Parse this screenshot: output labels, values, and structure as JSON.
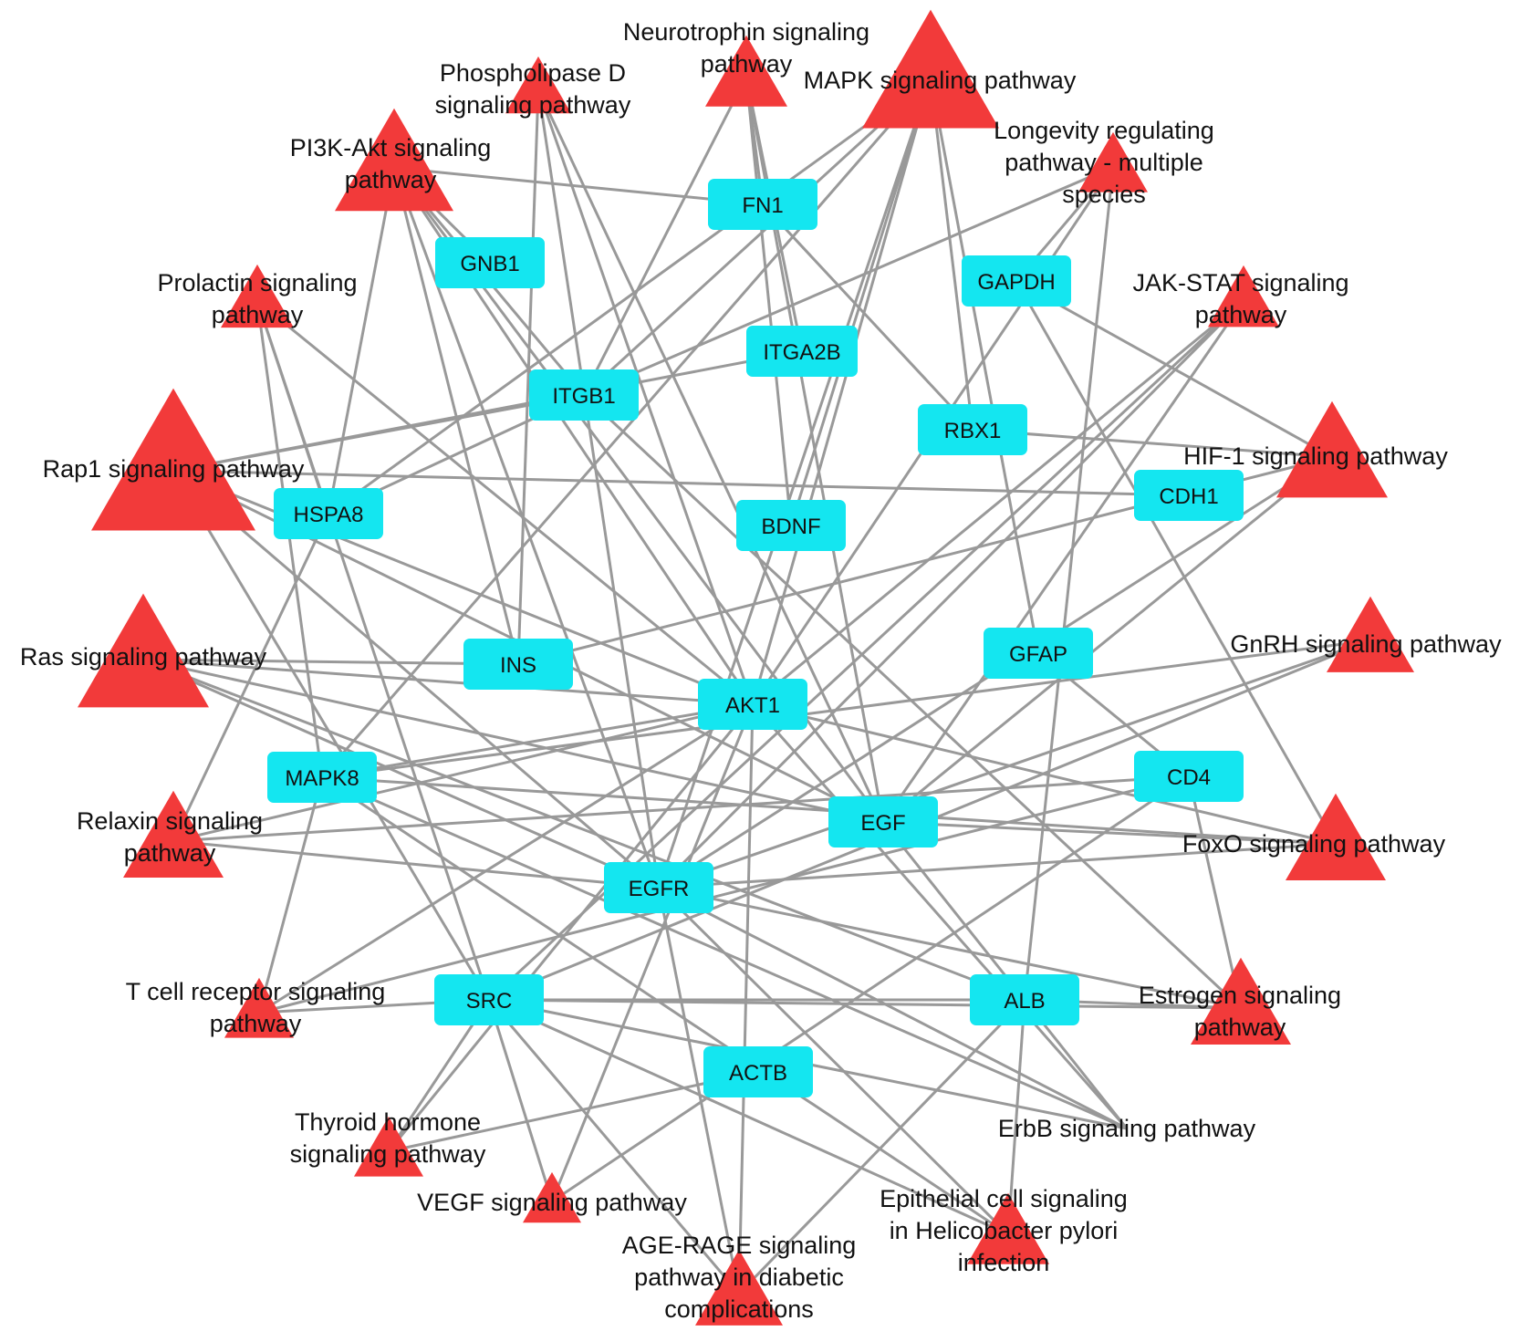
{
  "colors": {
    "gene_fill": "#14e6f0",
    "pathway_fill": "#f23a3a",
    "edge": "#999999",
    "background": "#ffffff"
  },
  "genes": [
    {
      "id": "FN1",
      "label": "FN1"
    },
    {
      "id": "GNB1",
      "label": "GNB1"
    },
    {
      "id": "GAPDH",
      "label": "GAPDH"
    },
    {
      "id": "ITGA2B",
      "label": "ITGA2B"
    },
    {
      "id": "ITGB1",
      "label": "ITGB1"
    },
    {
      "id": "RBX1",
      "label": "RBX1"
    },
    {
      "id": "CDH1",
      "label": "CDH1"
    },
    {
      "id": "HSPA8",
      "label": "HSPA8"
    },
    {
      "id": "BDNF",
      "label": "BDNF"
    },
    {
      "id": "GFAP",
      "label": "GFAP"
    },
    {
      "id": "INS",
      "label": "INS"
    },
    {
      "id": "AKT1",
      "label": "AKT1"
    },
    {
      "id": "MAPK8",
      "label": "MAPK8"
    },
    {
      "id": "CD4",
      "label": "CD4"
    },
    {
      "id": "EGF",
      "label": "EGF"
    },
    {
      "id": "EGFR",
      "label": "EGFR"
    },
    {
      "id": "SRC",
      "label": "SRC"
    },
    {
      "id": "ALB",
      "label": "ALB"
    },
    {
      "id": "ACTB",
      "label": "ACTB"
    }
  ],
  "pathways": [
    {
      "id": "neurotrophin",
      "lines": [
        "Neurotrophin signaling",
        "pathway"
      ]
    },
    {
      "id": "mapk",
      "lines": [
        "MAPK signaling pathway"
      ]
    },
    {
      "id": "pld",
      "lines": [
        "Phospholipase D",
        "signaling pathway"
      ]
    },
    {
      "id": "longevity",
      "lines": [
        "Longevity regulating",
        "pathway - multiple",
        "species"
      ]
    },
    {
      "id": "pi3k",
      "lines": [
        "PI3K-Akt signaling",
        "pathway"
      ]
    },
    {
      "id": "prolactin",
      "lines": [
        "Prolactin signaling",
        "pathway"
      ]
    },
    {
      "id": "jakstat",
      "lines": [
        "JAK-STAT signaling",
        "pathway"
      ]
    },
    {
      "id": "hif1",
      "lines": [
        "HIF-1 signaling pathway"
      ]
    },
    {
      "id": "rap1",
      "lines": [
        "Rap1 signaling pathway"
      ]
    },
    {
      "id": "gnrh",
      "lines": [
        "GnRH signaling pathway"
      ]
    },
    {
      "id": "ras",
      "lines": [
        "Ras signaling pathway"
      ]
    },
    {
      "id": "foxo",
      "lines": [
        "FoxO signaling pathway"
      ]
    },
    {
      "id": "relaxin",
      "lines": [
        "Relaxin signaling",
        "pathway"
      ]
    },
    {
      "id": "tcell",
      "lines": [
        "T cell receptor signaling",
        "pathway"
      ]
    },
    {
      "id": "estrogen",
      "lines": [
        "Estrogen signaling",
        "pathway"
      ]
    },
    {
      "id": "erbb",
      "lines": [
        "ErbB signaling pathway"
      ]
    },
    {
      "id": "thyroid",
      "lines": [
        "Thyroid hormone",
        "signaling pathway"
      ]
    },
    {
      "id": "vegf",
      "lines": [
        "VEGF signaling pathway"
      ]
    },
    {
      "id": "epithelial",
      "lines": [
        "Epithelial cell signaling",
        "in Helicobacter pylori",
        "infection"
      ]
    },
    {
      "id": "agerage",
      "lines": [
        "AGE-RAGE signaling",
        "pathway in diabetic",
        "complications"
      ]
    }
  ],
  "edges": [
    [
      "neurotrophin",
      "FN1"
    ],
    [
      "neurotrophin",
      "BDNF"
    ],
    [
      "neurotrophin",
      "ITGA2B"
    ],
    [
      "neurotrophin",
      "ITGB1"
    ],
    [
      "neurotrophin",
      "EGF"
    ],
    [
      "mapk",
      "ITGB1"
    ],
    [
      "mapk",
      "BDNF"
    ],
    [
      "mapk",
      "GFAP"
    ],
    [
      "mapk",
      "EGFR"
    ],
    [
      "mapk",
      "MAPK8"
    ],
    [
      "mapk",
      "HSPA8"
    ],
    [
      "mapk",
      "RBX1"
    ],
    [
      "mapk",
      "AKT1"
    ],
    [
      "pld",
      "AKT1"
    ],
    [
      "pld",
      "EGFR"
    ],
    [
      "pld",
      "EGF"
    ],
    [
      "pld",
      "INS"
    ],
    [
      "longevity",
      "AKT1"
    ],
    [
      "longevity",
      "GAPDH"
    ],
    [
      "longevity",
      "ITGB1"
    ],
    [
      "longevity",
      "ALB"
    ],
    [
      "pi3k",
      "FN1"
    ],
    [
      "pi3k",
      "ITGB1"
    ],
    [
      "pi3k",
      "AKT1"
    ],
    [
      "pi3k",
      "EGF"
    ],
    [
      "pi3k",
      "EGFR"
    ],
    [
      "pi3k",
      "HSPA8"
    ],
    [
      "pi3k",
      "GNB1"
    ],
    [
      "pi3k",
      "INS"
    ],
    [
      "prolactin",
      "MAPK8"
    ],
    [
      "prolactin",
      "AKT1"
    ],
    [
      "prolactin",
      "HSPA8"
    ],
    [
      "prolactin",
      "SRC"
    ],
    [
      "jakstat",
      "AKT1"
    ],
    [
      "jakstat",
      "EGF"
    ],
    [
      "jakstat",
      "EGFR"
    ],
    [
      "jakstat",
      "SRC"
    ],
    [
      "hif1",
      "RBX1"
    ],
    [
      "hif1",
      "GAPDH"
    ],
    [
      "hif1",
      "EGF"
    ],
    [
      "hif1",
      "EGFR"
    ],
    [
      "hif1",
      "INS"
    ],
    [
      "rap1",
      "ITGB1"
    ],
    [
      "rap1",
      "EGF"
    ],
    [
      "rap1",
      "EGFR"
    ],
    [
      "rap1",
      "CDH1"
    ],
    [
      "rap1",
      "AKT1"
    ],
    [
      "rap1",
      "SRC"
    ],
    [
      "rap1",
      "ITGA2B"
    ],
    [
      "gnrh",
      "EGFR"
    ],
    [
      "gnrh",
      "MAPK8"
    ],
    [
      "gnrh",
      "SRC"
    ],
    [
      "ras",
      "INS"
    ],
    [
      "ras",
      "EGF"
    ],
    [
      "ras",
      "EGFR"
    ],
    [
      "ras",
      "AKT1"
    ],
    [
      "ras",
      "ALB"
    ],
    [
      "foxo",
      "AKT1"
    ],
    [
      "foxo",
      "EGF"
    ],
    [
      "foxo",
      "EGFR"
    ],
    [
      "foxo",
      "MAPK8"
    ],
    [
      "foxo",
      "GAPDH"
    ],
    [
      "relaxin",
      "EGFR"
    ],
    [
      "relaxin",
      "AKT1"
    ],
    [
      "relaxin",
      "HSPA8"
    ],
    [
      "relaxin",
      "CD4"
    ],
    [
      "tcell",
      "AKT1"
    ],
    [
      "tcell",
      "CD4"
    ],
    [
      "tcell",
      "MAPK8"
    ],
    [
      "tcell",
      "SRC"
    ],
    [
      "estrogen",
      "EGFR"
    ],
    [
      "estrogen",
      "ALB"
    ],
    [
      "estrogen",
      "CD4"
    ],
    [
      "estrogen",
      "SRC"
    ],
    [
      "estrogen",
      "ITGB1"
    ],
    [
      "erbb",
      "EGF"
    ],
    [
      "erbb",
      "EGFR"
    ],
    [
      "erbb",
      "AKT1"
    ],
    [
      "erbb",
      "SRC"
    ],
    [
      "erbb",
      "MAPK8"
    ],
    [
      "thyroid",
      "AKT1"
    ],
    [
      "thyroid",
      "SRC"
    ],
    [
      "thyroid",
      "ACTB"
    ],
    [
      "vegf",
      "AKT1"
    ],
    [
      "vegf",
      "SRC"
    ],
    [
      "vegf",
      "CD4"
    ],
    [
      "epithelial",
      "EGFR"
    ],
    [
      "epithelial",
      "SRC"
    ],
    [
      "epithelial",
      "ALB"
    ],
    [
      "epithelial",
      "MAPK8"
    ],
    [
      "agerage",
      "AKT1"
    ],
    [
      "agerage",
      "EGFR"
    ],
    [
      "agerage",
      "SRC"
    ],
    [
      "agerage",
      "ALB"
    ],
    [
      "ALB",
      "SRC"
    ],
    [
      "CD4",
      "GFAP"
    ],
    [
      "FN1",
      "RBX1"
    ],
    [
      "ITGB1",
      "HSPA8"
    ],
    [
      "AKT1",
      "MAPK8"
    ]
  ]
}
